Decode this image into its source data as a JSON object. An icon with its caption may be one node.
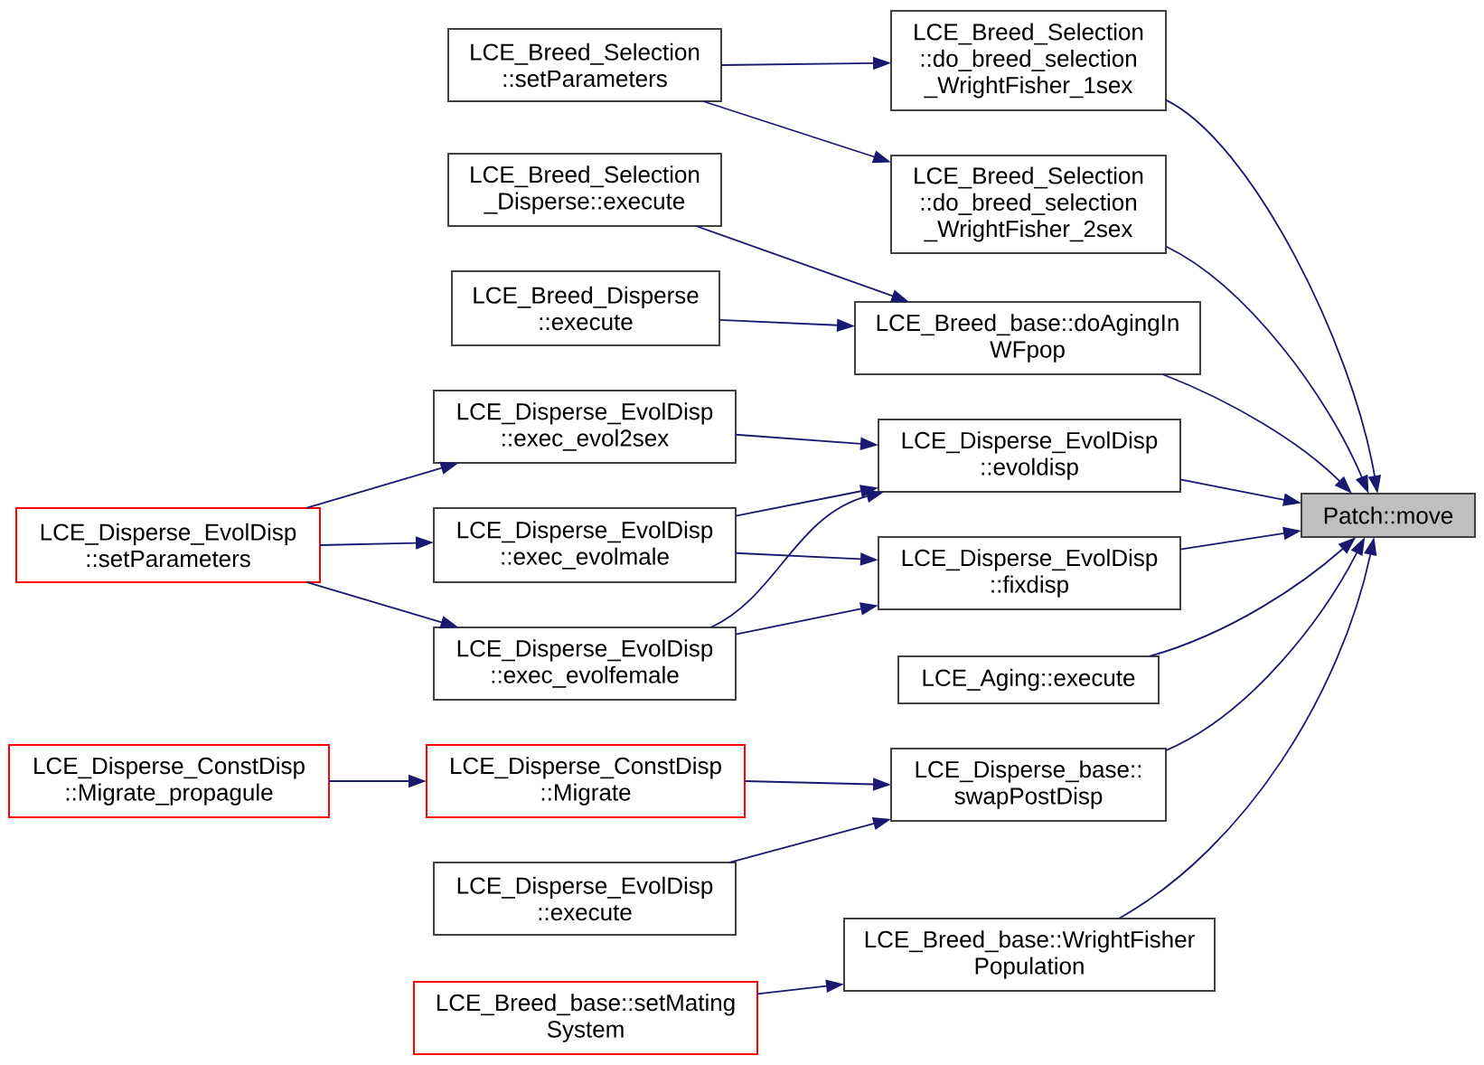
{
  "diagram": {
    "nodes": [
      {
        "text": [
          "LCE_Disperse_EvolDisp ::setParameters"
        ]
      },
      {
        "text": [
          "LCE_Disperse_ConstDisp ::Migrate_propagule"
        ]
      },
      {
        "text": [
          "LCE_Breed_Selection ::setParameters"
        ]
      },
      {
        "text": [
          "LCE_Breed_Selection _Disperse::execute"
        ]
      },
      {
        "text": [
          "LCE_Breed_Disperse ::execute"
        ]
      },
      {
        "text": [
          "LCE_Disperse_EvolDisp ::exec_evol2sex"
        ]
      },
      {
        "text": [
          "LCE_Disperse_EvolDisp ::exec_evolmale"
        ]
      },
      {
        "text": [
          "LCE_Disperse_EvolDisp ::exec_evolfemale"
        ]
      },
      {
        "text": [
          "LCE_Disperse_ConstDisp ::Migrate"
        ]
      },
      {
        "text": [
          "LCE_Disperse_EvolDisp ::execute"
        ]
      },
      {
        "text": [
          "LCE_Breed_base::setMating System"
        ]
      },
      {
        "text": [
          "LCE_Breed_Selection ::do_breed_selection _WrightFisher_1sex"
        ]
      },
      {
        "text": [
          "LCE_Breed_Selection ::do_breed_selection _WrightFisher_2sex"
        ]
      },
      {
        "text": [
          "LCE_Breed_base::doAgingIn WFpop"
        ]
      },
      {
        "text": [
          "LCE_Disperse_EvolDisp ::evoldisp"
        ]
      },
      {
        "text": [
          "LCE_Disperse_EvolDisp ::fixdisp"
        ]
      },
      {
        "text": [
          "LCE_Aging::execute"
        ]
      },
      {
        "text": [
          "LCE_Disperse_base:: swapPostDisp"
        ]
      },
      {
        "text": [
          "LCE_Breed_base::WrightFisher Population"
        ]
      },
      {
        "text": [
          "Patch::move"
        ]
      }
    ],
    "edges": [
      {
        "from": 2,
        "to": 11,
        "arrow": "to"
      },
      {
        "from": 2,
        "to": 12,
        "arrow": "to"
      },
      {
        "from": 3,
        "to": 13,
        "arrow": "to"
      },
      {
        "from": 4,
        "to": 13,
        "arrow": "to"
      },
      {
        "from": 5,
        "to": 14,
        "arrow": "to"
      },
      {
        "from": 6,
        "to": 14,
        "arrow": "to"
      },
      {
        "from": 6,
        "to": 15,
        "arrow": "to"
      },
      {
        "from": 7,
        "to": 14,
        "arrow": "to"
      },
      {
        "from": 7,
        "to": 15,
        "arrow": "to"
      },
      {
        "from": 0,
        "to": 5,
        "arrow": "to"
      },
      {
        "from": 0,
        "to": 6,
        "arrow": "to"
      },
      {
        "from": 0,
        "to": 7,
        "arrow": "to"
      },
      {
        "from": 1,
        "to": 8,
        "arrow": "to"
      },
      {
        "from": 8,
        "to": 17,
        "arrow": "to"
      },
      {
        "from": 9,
        "to": 17,
        "arrow": "to"
      },
      {
        "from": 10,
        "to": 18,
        "arrow": "to"
      },
      {
        "from": 11,
        "to": 19,
        "arrow": "to"
      },
      {
        "from": 12,
        "to": 19,
        "arrow": "to"
      },
      {
        "from": 13,
        "to": 19,
        "arrow": "to"
      },
      {
        "from": 14,
        "to": 19,
        "arrow": "to"
      },
      {
        "from": 15,
        "to": 19,
        "arrow": "to"
      },
      {
        "from": 16,
        "to": 19,
        "arrow": "to"
      },
      {
        "from": 17,
        "to": 19,
        "arrow": "to"
      },
      {
        "from": 18,
        "to": 19,
        "arrow": "to"
      }
    ]
  }
}
